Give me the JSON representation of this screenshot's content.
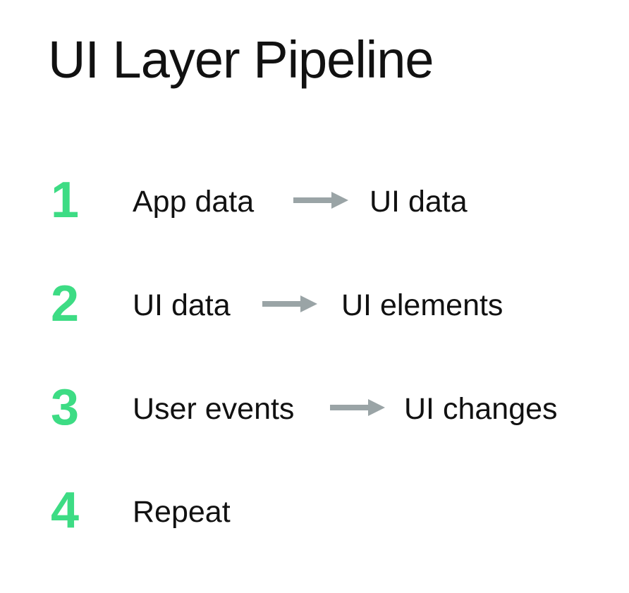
{
  "title": "UI Layer Pipeline",
  "colors": {
    "step_number": "#3ddc84",
    "arrow": "#9aa4a6",
    "text": "#111111"
  },
  "steps": [
    {
      "number": "1",
      "from": "App data",
      "to": "UI data",
      "arrow_icon": "right-arrow-icon"
    },
    {
      "number": "2",
      "from": "UI data",
      "to": "UI elements",
      "arrow_icon": "right-arrow-icon"
    },
    {
      "number": "3",
      "from": "User events",
      "to": "UI changes",
      "arrow_icon": "right-arrow-icon"
    },
    {
      "number": "4",
      "from": "Repeat"
    }
  ]
}
